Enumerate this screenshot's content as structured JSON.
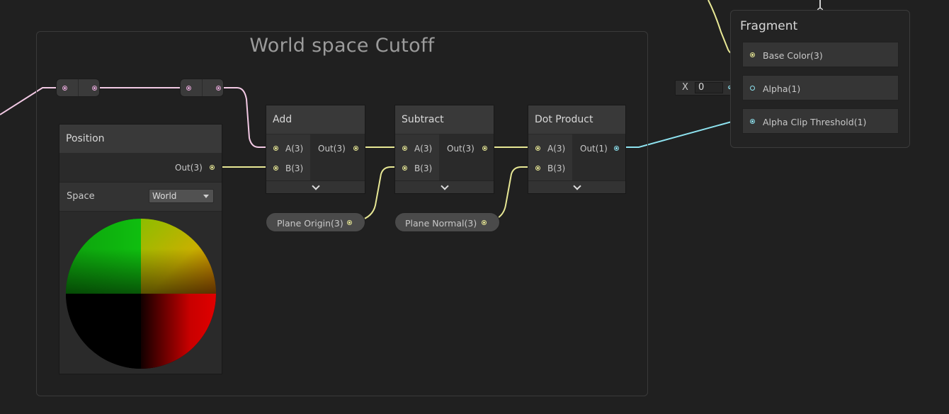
{
  "group": {
    "title": "World space Cutoff"
  },
  "position_node": {
    "title": "Position",
    "output_label": "Out(3)",
    "space_label": "Space",
    "space_value": "World"
  },
  "add_node": {
    "title": "Add",
    "inputs": [
      "A(3)",
      "B(3)"
    ],
    "output": "Out(3)"
  },
  "subtract_node": {
    "title": "Subtract",
    "inputs": [
      "A(3)",
      "B(3)"
    ],
    "output": "Out(3)"
  },
  "dot_node": {
    "title": "Dot Product",
    "inputs": [
      "A(3)",
      "B(3)"
    ],
    "output": "Out(1)"
  },
  "properties": {
    "plane_origin": "Plane Origin(3)",
    "plane_normal": "Plane Normal(3)"
  },
  "fragment": {
    "title": "Fragment",
    "slots": [
      "Base Color(3)",
      "Alpha(1)",
      "Alpha Clip Threshold(1)"
    ]
  },
  "alpha_input": {
    "axis": "X",
    "value": "0"
  },
  "colors": {
    "vector3_port": "#e8e895",
    "float_port": "#8ee3f0",
    "reroute_port": "#e5a8d8",
    "background": "#202020"
  }
}
